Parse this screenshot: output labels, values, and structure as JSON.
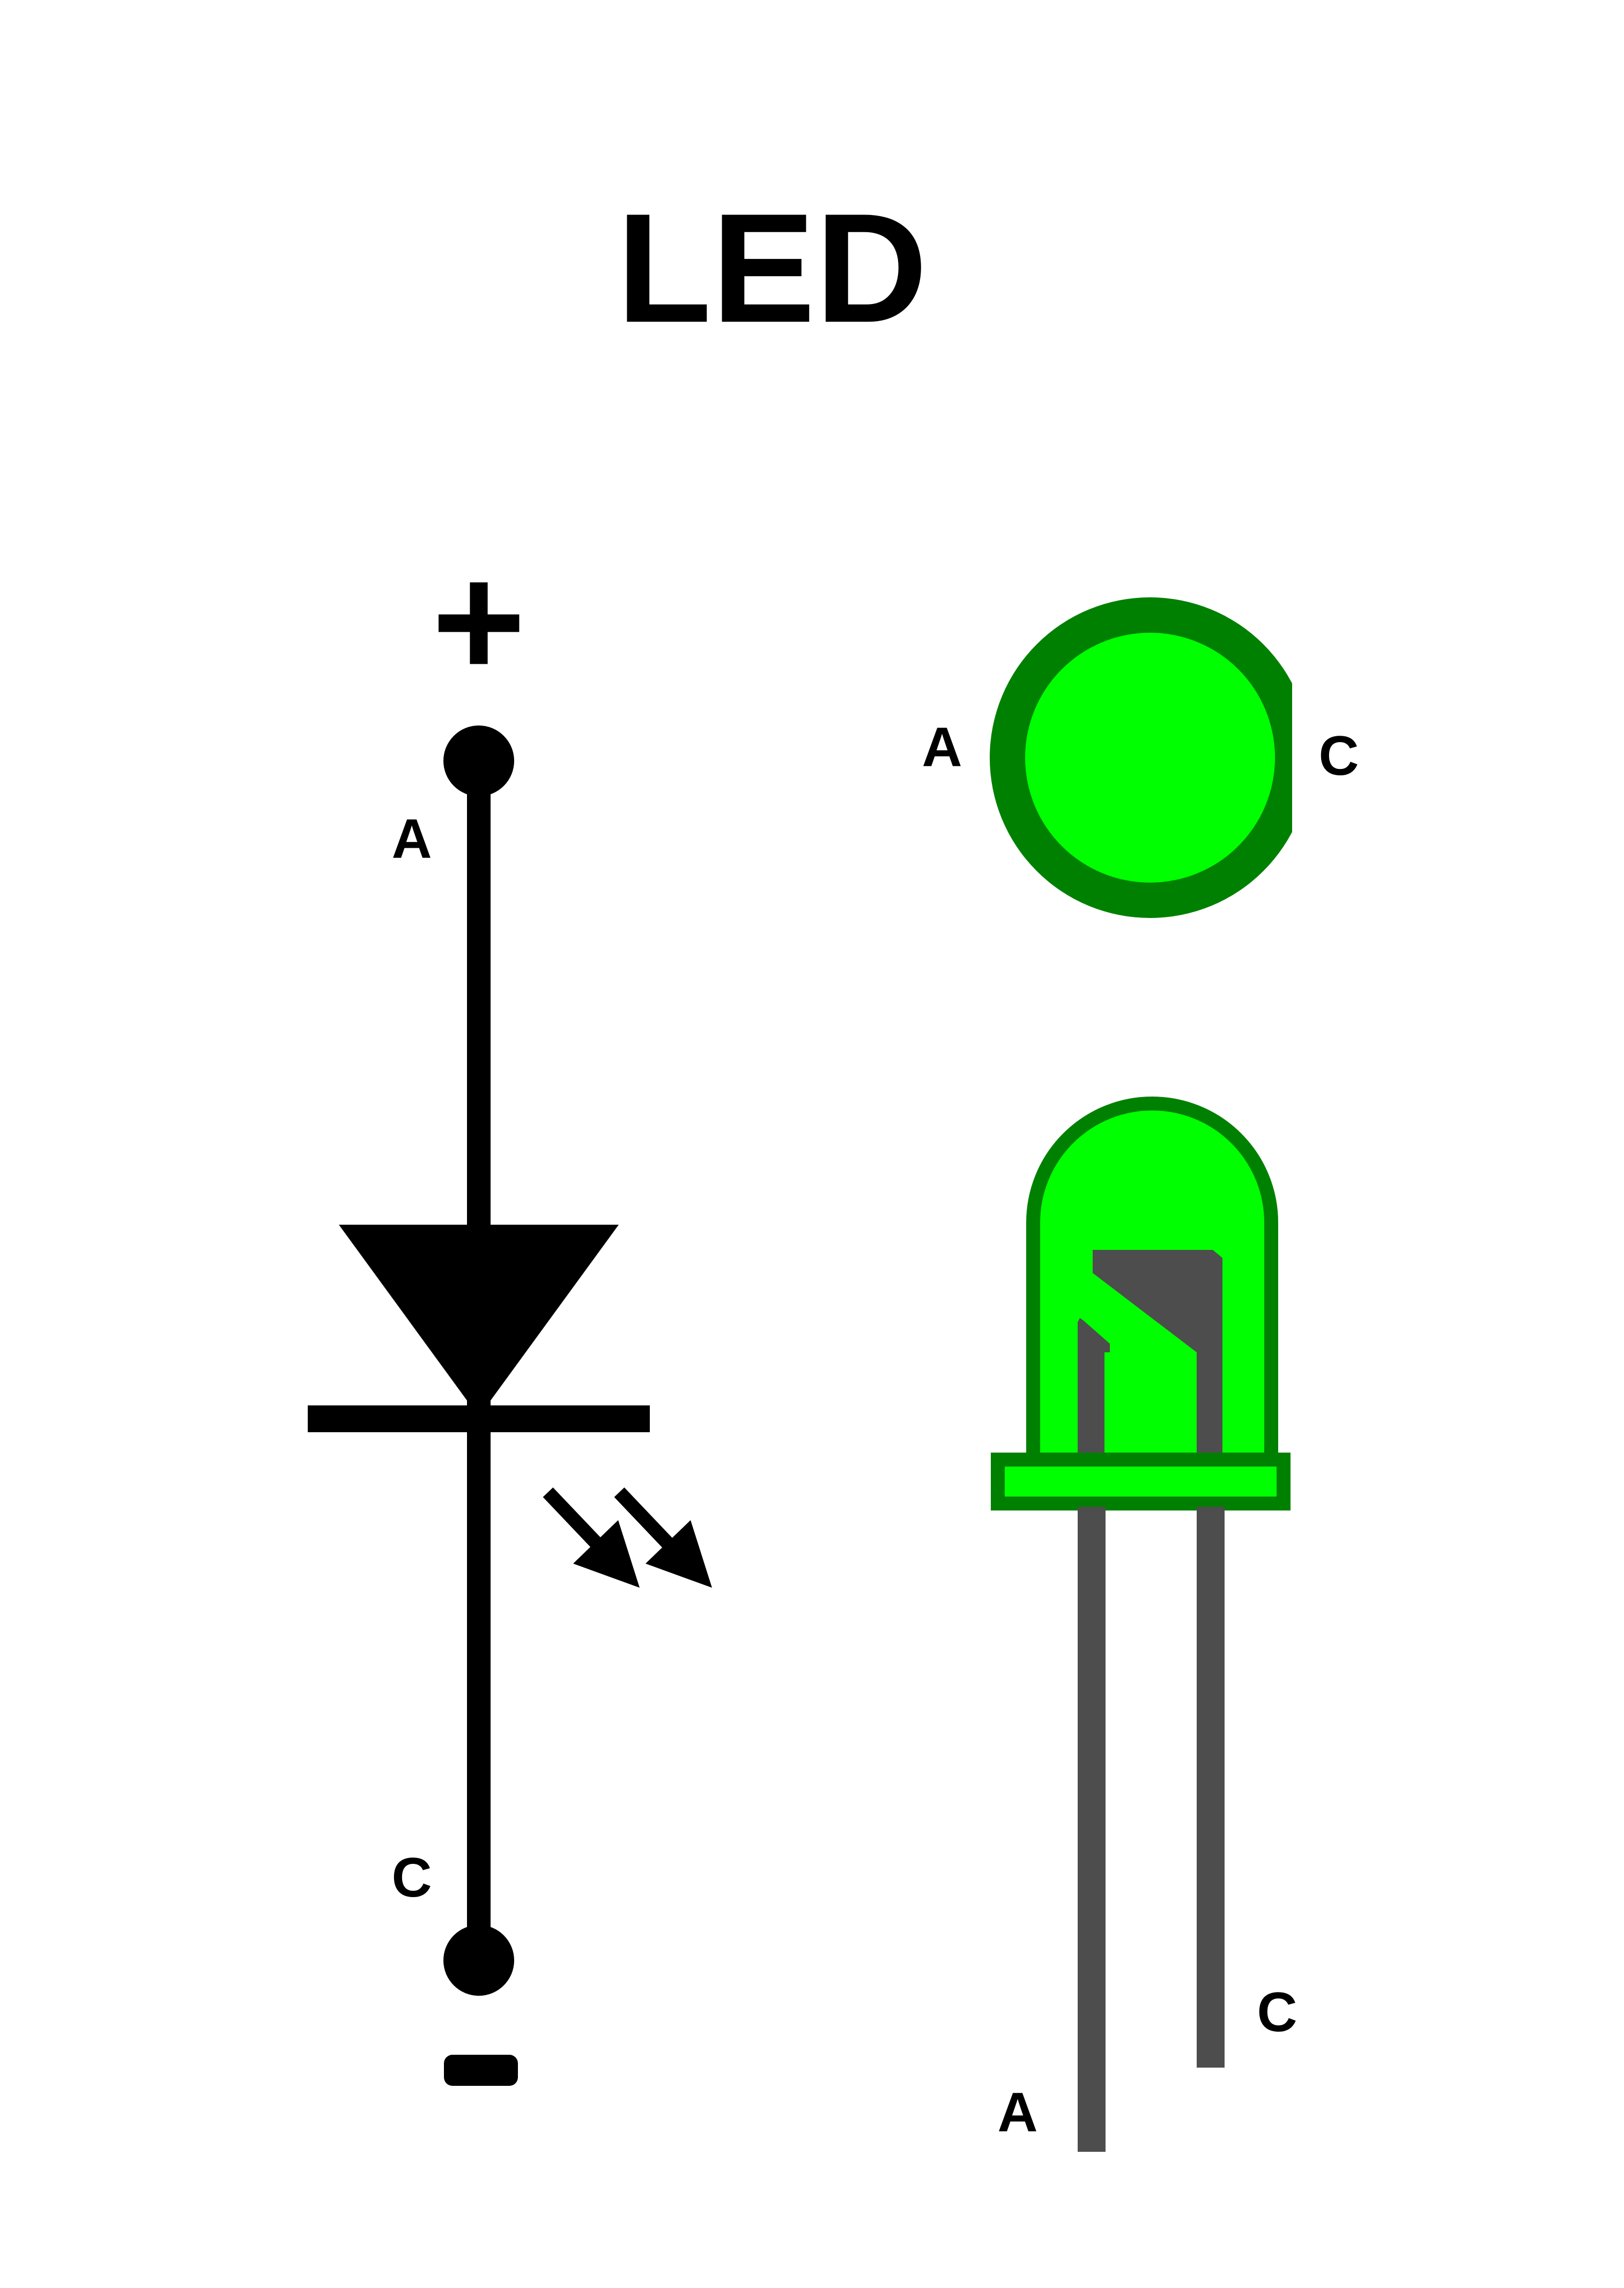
{
  "title": "LED",
  "schematic": {
    "plus_sign": "+",
    "minus_sign": "−",
    "anode_label": "A",
    "cathode_label": "C"
  },
  "top_view": {
    "anode_label": "A",
    "cathode_label": "C"
  },
  "side_view": {
    "anode_label": "A",
    "cathode_label": "C"
  },
  "colors": {
    "lens_fill": "#00ff00",
    "lens_outline": "#008000",
    "leads": "#4d4d4d",
    "ink": "#000000"
  },
  "icons": {
    "light_emission": "emission-arrows-icon"
  }
}
